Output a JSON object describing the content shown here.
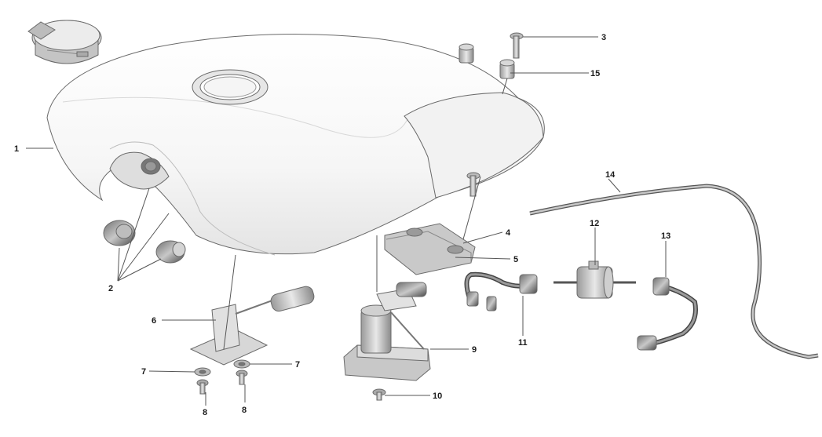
{
  "diagram": {
    "type": "exploded-parts-view",
    "subject": "fuel-tank-assembly",
    "callouts": [
      {
        "id": "c1",
        "label": "1",
        "part": "fuel-tank"
      },
      {
        "id": "c2",
        "label": "2",
        "part": "rubber-bushing"
      },
      {
        "id": "c3",
        "label": "3",
        "part": "screw"
      },
      {
        "id": "c4",
        "label": "4",
        "part": "rubber-pad"
      },
      {
        "id": "c5",
        "label": "5",
        "part": "rubber-strip"
      },
      {
        "id": "c6",
        "label": "6",
        "part": "fuel-level-sender"
      },
      {
        "id": "c7a",
        "label": "7",
        "part": "washer"
      },
      {
        "id": "c7b",
        "label": "7",
        "part": "washer"
      },
      {
        "id": "c8a",
        "label": "8",
        "part": "screw"
      },
      {
        "id": "c8b",
        "label": "8",
        "part": "screw"
      },
      {
        "id": "c9",
        "label": "9",
        "part": "fuel-pump"
      },
      {
        "id": "c10",
        "label": "10",
        "part": "screw"
      },
      {
        "id": "c11",
        "label": "11",
        "part": "fuel-hose"
      },
      {
        "id": "c12",
        "label": "12",
        "part": "fuel-filter"
      },
      {
        "id": "c13",
        "label": "13",
        "part": "fuel-hose"
      },
      {
        "id": "c14",
        "label": "14",
        "part": "breather-pipe"
      },
      {
        "id": "c15",
        "label": "15",
        "part": "spacer"
      }
    ]
  }
}
